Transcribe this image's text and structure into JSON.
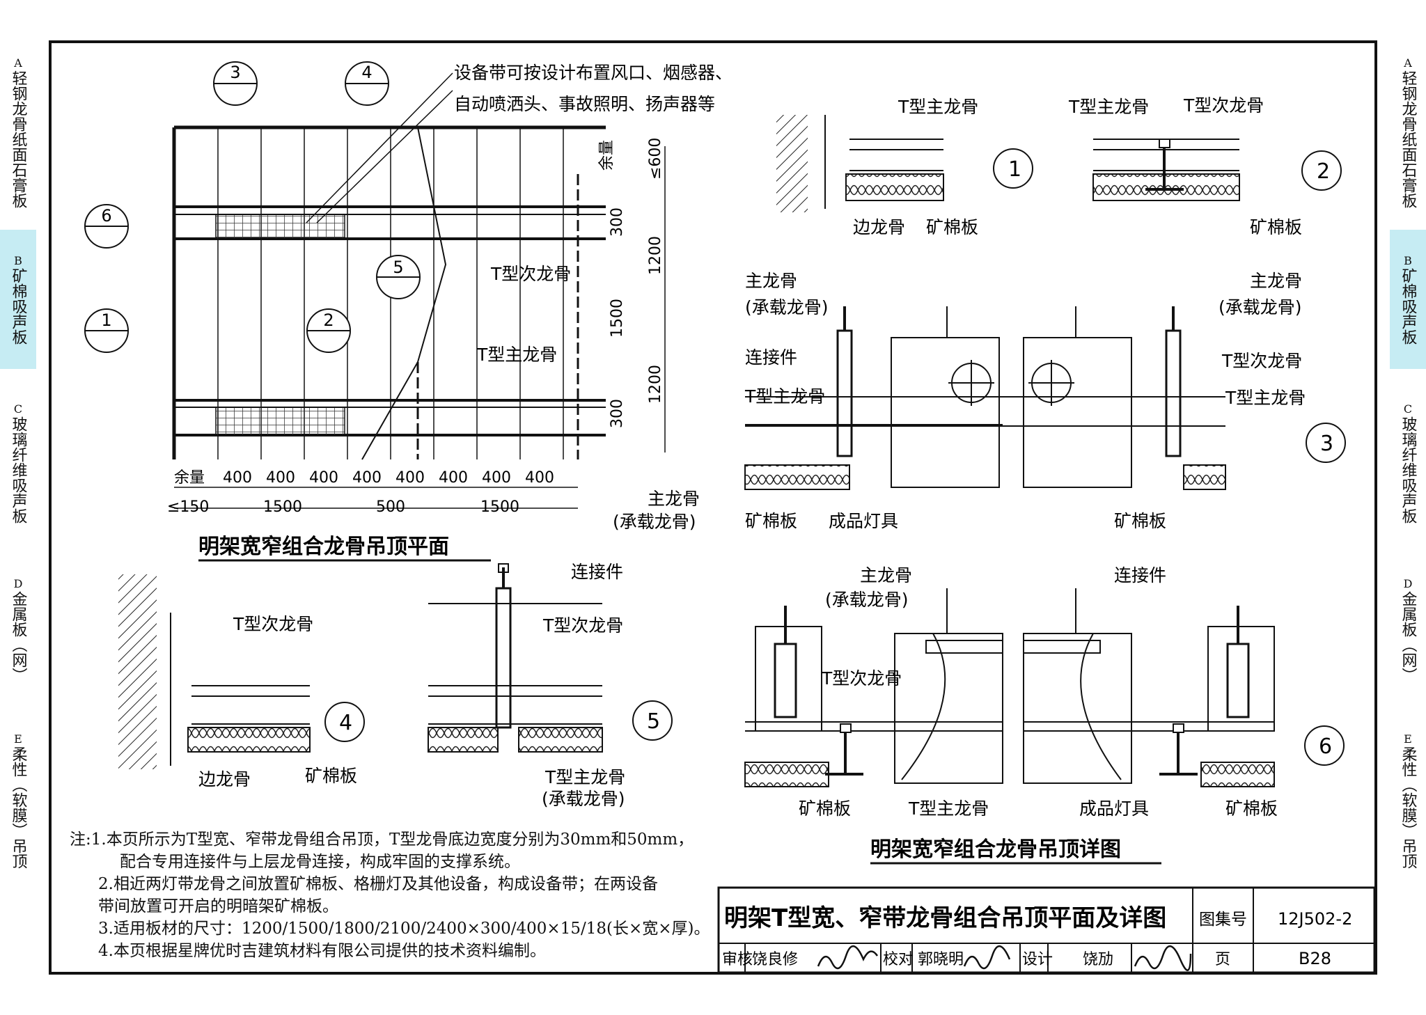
{
  "side_tabs": [
    {
      "letter": "A",
      "text": "轻钢龙骨纸面石膏板",
      "active": false
    },
    {
      "letter": "B",
      "text": "矿棉吸声板",
      "active": true
    },
    {
      "letter": "C",
      "text": "玻璃纤维吸声板",
      "active": false
    },
    {
      "letter": "D",
      "text": "金属板（网）",
      "active": false
    },
    {
      "letter": "E",
      "text": "柔性（软膜）吊顶",
      "active": false
    }
  ],
  "plan": {
    "title": "明架宽窄组合龙骨吊顶平面",
    "callout": "设备带可按设计布置风口、烟感器、",
    "callout2": "自动喷洒头、事故照明、扬声器等",
    "markers": [
      "3",
      "4",
      "6",
      "5",
      "1",
      "2"
    ],
    "marker_sub": "—",
    "label_t_sub": "T型次龙骨",
    "label_t_main": "T型主龙骨",
    "label_main": "主龙骨",
    "label_main_sub": "(承载龙骨)",
    "dim_top_label": "余量",
    "dims_h": [
      "余量",
      "400",
      "400",
      "400",
      "400",
      "400",
      "400",
      "400",
      "400"
    ],
    "dims_h2": [
      "≤150",
      "1500",
      "500",
      "1500"
    ],
    "dims_v": [
      "≤600",
      "300",
      "1200",
      "1500",
      "1200",
      "300"
    ]
  },
  "details": {
    "title": "明架宽窄组合龙骨吊顶详图",
    "d1": {
      "num": "1",
      "l1": "T型主龙骨",
      "l2": "边龙骨",
      "l3": "矿棉板"
    },
    "d2": {
      "num": "2",
      "l1": "T型主龙骨",
      "l2": "T型次龙骨",
      "l3": "矿棉板"
    },
    "d3": {
      "num": "3",
      "l1": "主龙骨",
      "l2": "(承载龙骨)",
      "l3": "连接件",
      "l4": "T型主龙骨",
      "l5": "矿棉板",
      "l6": "成品灯具",
      "r1": "主龙骨",
      "r2": "(承载龙骨)",
      "r3": "T型次龙骨",
      "r4": "T型主龙骨",
      "r5": "矿棉板"
    },
    "d4": {
      "num": "4",
      "l1": "T型次龙骨",
      "l2": "边龙骨",
      "l3": "矿棉板"
    },
    "d5": {
      "num": "5",
      "l1": "连接件",
      "l2": "T型次龙骨",
      "l3": "T型主龙骨",
      "l4": "(承载龙骨)"
    },
    "d6": {
      "num": "6",
      "l1": "主龙骨",
      "l2": "(承载龙骨)",
      "l3": "T型次龙骨",
      "l4": "矿棉板",
      "l5": "T型主龙骨",
      "l6": "连接件",
      "l7": "成品灯具",
      "l8": "矿棉板"
    }
  },
  "notes": [
    "注:1.本页所示为T型宽、窄带龙骨组合吊顶，T型龙骨底边宽度分别为30mm和50mm，",
    "配合专用连接件与上层龙骨连接，构成牢固的支撑系统。",
    "2.相近两灯带龙骨之间放置矿棉板、格栅灯及其他设备，构成设备带；在两设备",
    "带间放置可开启的明暗架矿棉板。",
    "3.适用板材的尺寸：1200/1500/1800/2100/2400×300/400×15/18(长×宽×厚)。",
    "4.本页根据星牌优时吉建筑材料有限公司提供的技术资料编制。"
  ],
  "title_block": {
    "title": "明架T型宽、窄带龙骨组合吊顶平面及详图",
    "atlas_label": "图集号",
    "atlas_no": "12J502-2",
    "review_label": "审核",
    "reviewer": "饶良修",
    "check_label": "校对",
    "checker": "郭晓明",
    "design_label": "设计",
    "designer": "饶劢",
    "page_label": "页",
    "page": "B28"
  }
}
